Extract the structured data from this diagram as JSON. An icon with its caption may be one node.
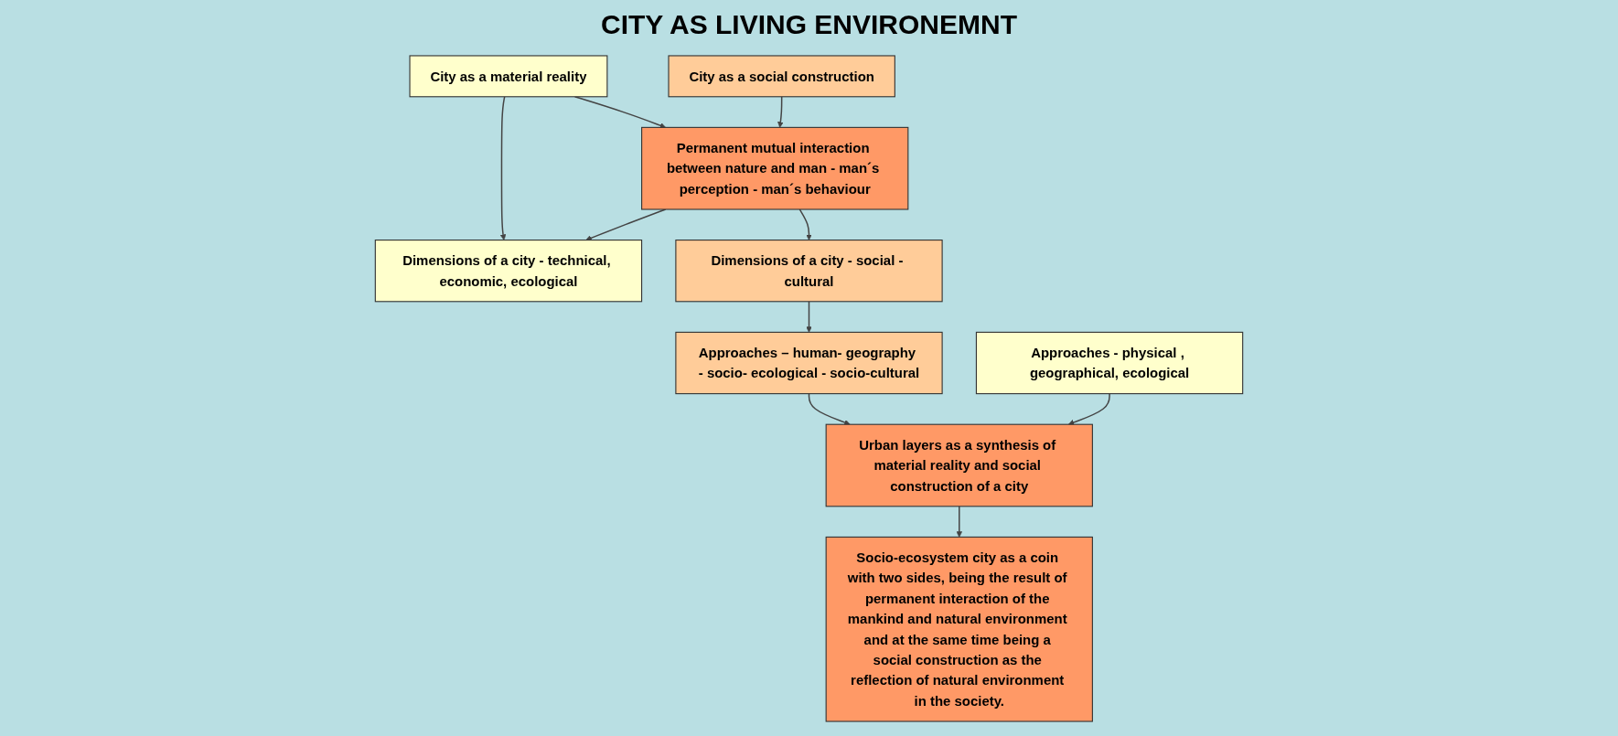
{
  "diagram": {
    "title": "CITY AS LIVING ENVIRONEMNT",
    "nodes": [
      {
        "text": [
          "City as a material reality"
        ]
      },
      {
        "text": [
          "City as a social construction"
        ]
      },
      {
        "text": [
          "Permanent mutual interaction between nature and man - man´s perception - man´s behaviour"
        ]
      },
      {
        "text": [
          "Dimensions of a city - technical, economic, ecological"
        ]
      },
      {
        "text": [
          "Dimensions of a city - social - cultural"
        ]
      },
      {
        "text": [
          "Approaches - physical , geographical, ecological"
        ]
      },
      {
        "text": [
          "Urban layers as a synthesis of material reality and social construction of a city"
        ]
      },
      {
        "text": [
          "Approaches – human- geography - socio- ecological - socio-cultural"
        ]
      },
      {
        "text": [
          "Socio-ecosystem city as a coin with two sides, being the result of permanent interaction of the mankind and natural environment and at the same time being a social construction as the reflection of natural environment in the society."
        ]
      }
    ],
    "edges": [
      {
        "from": 0,
        "to": 2,
        "arrow": "to"
      },
      {
        "from": 0,
        "to": 3,
        "arrow": "to"
      },
      {
        "from": 1,
        "to": 2,
        "arrow": "to"
      },
      {
        "from": 2,
        "to": 3,
        "arrow": "to"
      },
      {
        "from": 2,
        "to": 4,
        "arrow": "to"
      },
      {
        "from": 4,
        "to": 7,
        "arrow": "to"
      },
      {
        "from": 7,
        "to": 6,
        "arrow": "to"
      },
      {
        "from": 5,
        "to": 6,
        "arrow": "to"
      },
      {
        "from": 6,
        "to": 8,
        "arrow": "to"
      }
    ]
  }
}
